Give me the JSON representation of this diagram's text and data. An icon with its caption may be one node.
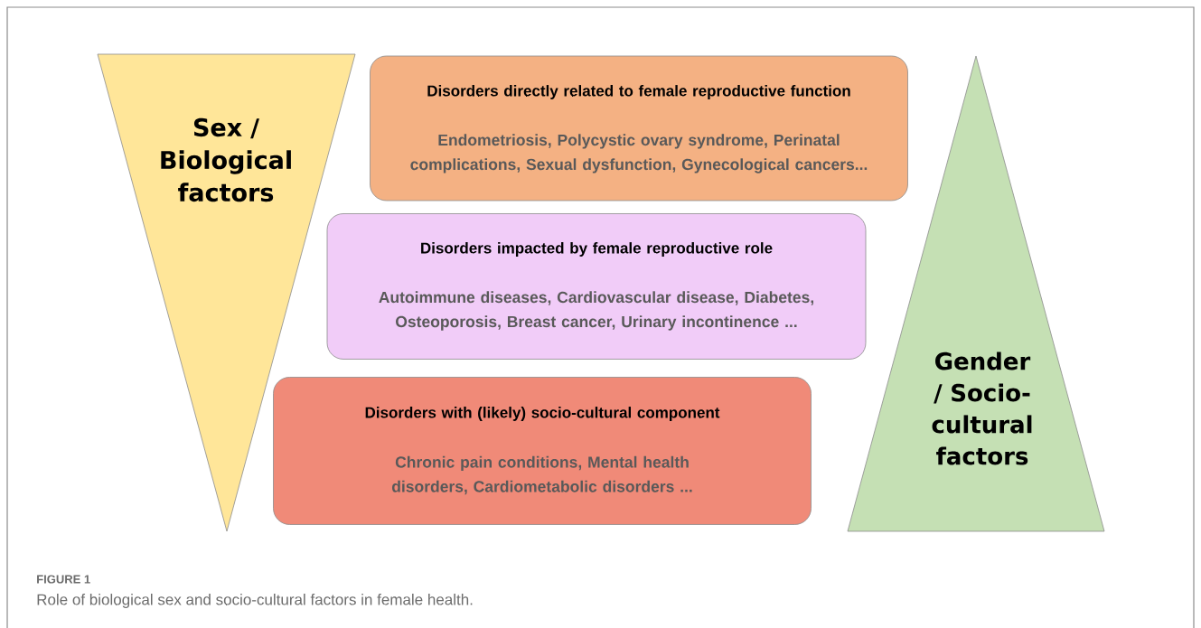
{
  "diagram": {
    "caption": "Role of biological sex and socio-cultural factors in female health.",
    "nodes": [
      {
        "text": [
          "Sex / Biological factors"
        ]
      },
      {
        "text": [
          "Disorders directly related to female reproductive function",
          "Endometriosis, Polycystic ovary syndrome, Perinatal complications, Sexual dysfunction, Gynecological cancers..."
        ]
      },
      {
        "text": [
          "Disorders impacted by female reproductive role",
          "Autoimmune diseases, Cardiovascular disease, Diabetes, Osteoporosis, Breast cancer, Urinary incontinence ..."
        ]
      },
      {
        "text": [
          "Disorders with (likely) socio-cultural component",
          "Chronic pain conditions, Mental health disorders, Cardiometabolic disorders ..."
        ]
      },
      {
        "text": [
          "Gender / Socio-cultural factors"
        ]
      }
    ],
    "labels": [
      "FIGURE 1"
    ]
  }
}
